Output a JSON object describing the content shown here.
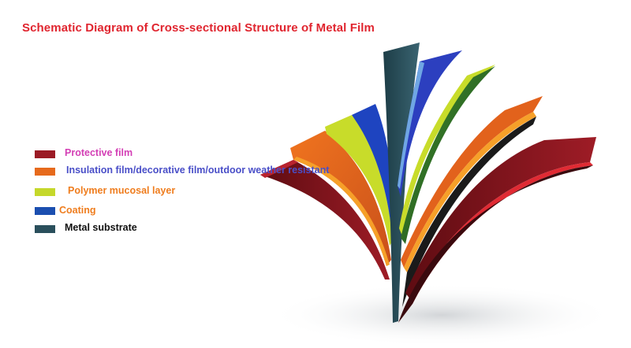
{
  "title": {
    "text": "Schematic Diagram of Cross-sectional Structure of Metal Film",
    "color": "#e0252f"
  },
  "legend": [
    {
      "label": "Protective film",
      "swatch_color": "#9b1b25",
      "text_color": "#d33fb5",
      "icon": "protective-film-swatch"
    },
    {
      "label": "Insulation film/decorative film/outdoor weather resistant",
      "swatch_color": "#e66a1c",
      "text_color": "#4a4fc8",
      "icon": "insulation-film-swatch"
    },
    {
      "label": "Polymer mucosal layer",
      "swatch_color": "#c5d82b",
      "text_color": "#ef7d1e",
      "icon": "polymer-mucosal-layer-swatch"
    },
    {
      "label": "Coating",
      "swatch_color": "#1b4fb0",
      "text_color": "#ef7d1e",
      "icon": "coating-swatch"
    },
    {
      "label": "Metal substrate",
      "swatch_color": "#2a4f5c",
      "text_color": "#111111",
      "icon": "metal-substrate-swatch"
    }
  ],
  "layer_colors": {
    "protective_film": "#8e1a22",
    "insulation_film": "#e2621c",
    "polymer_mucosal": "#c8dc2a",
    "coating": "#1e44c0",
    "metal_substrate": "#2a4a55",
    "green_layer": "#2f6b25",
    "dark_red_layer": "#6a0f16"
  }
}
